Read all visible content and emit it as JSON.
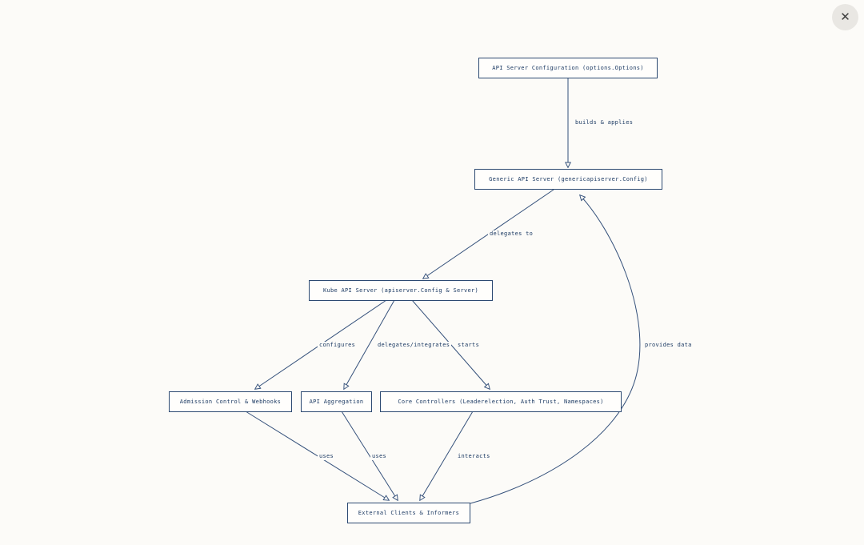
{
  "window": {
    "close_label": "✕"
  },
  "colors": {
    "background": "#fcfbf8",
    "node_fill": "#fffefc",
    "stroke": "#35517b",
    "text": "#1c3a63",
    "close_button_bg": "#e9e7e3",
    "close_button_glyph": "#3e3e3e"
  },
  "diagram": {
    "type": "flowchart",
    "nodes": [
      {
        "id": "config",
        "label": "API Server Configuration (options.Options)"
      },
      {
        "id": "generic",
        "label": "Generic API Server (genericapiserver.Config)"
      },
      {
        "id": "kube",
        "label": "Kube API Server (apiserver.Config & Server)"
      },
      {
        "id": "admission",
        "label": "Admission Control & Webhooks"
      },
      {
        "id": "aggregation",
        "label": "API Aggregation"
      },
      {
        "id": "controllers",
        "label": "Core Controllers (Leaderelection, Auth Trust, Namespaces)"
      },
      {
        "id": "clients",
        "label": "External Clients & Informers"
      }
    ],
    "edges": [
      {
        "from": "config",
        "to": "generic",
        "label": "builds & applies"
      },
      {
        "from": "generic",
        "to": "kube",
        "label": "delegates to"
      },
      {
        "from": "kube",
        "to": "admission",
        "label": "configures"
      },
      {
        "from": "kube",
        "to": "aggregation",
        "label": "delegates/integrates"
      },
      {
        "from": "kube",
        "to": "controllers",
        "label": "starts"
      },
      {
        "from": "admission",
        "to": "clients",
        "label": "uses"
      },
      {
        "from": "aggregation",
        "to": "clients",
        "label": "uses"
      },
      {
        "from": "controllers",
        "to": "clients",
        "label": "interacts"
      },
      {
        "from": "clients",
        "to": "generic",
        "label": "provides data"
      }
    ]
  }
}
